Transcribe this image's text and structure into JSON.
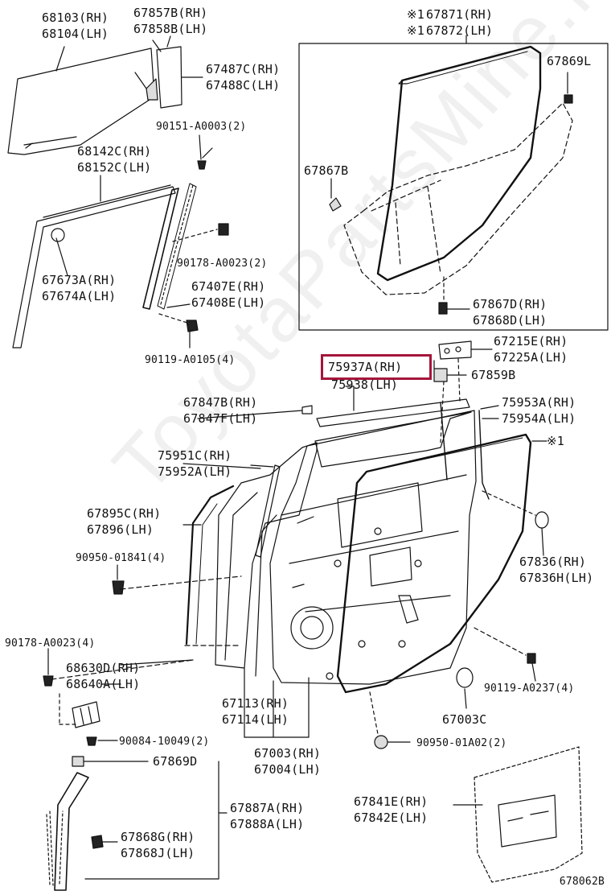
{
  "watermark": "ToyotaPartsMine.ru",
  "diagram_code": "678062B",
  "highlight_color": "#a4163a",
  "labels": {
    "p68103": "68103(RH)",
    "p68104": "68104(LH)",
    "p67857b": "67857B(RH)",
    "p67858b": "67858B(LH)",
    "p67487c": "67487C(RH)",
    "p67488c": "67488C(LH)",
    "p90151": "90151-A0003(2)",
    "p68142c": "68142C(RH)",
    "p68152c": "68152C(LH)",
    "p90178a": "90178-A0023(2)",
    "p67673a": "67673A(RH)",
    "p67674a": "67674A(LH)",
    "p67407e": "67407E(RH)",
    "p67408e": "67408E(LH)",
    "p90119a": "90119-A0105(4)",
    "mark1": "※1",
    "p67871": "67871(RH)",
    "mark2": "※1",
    "p67872": "67872(LH)",
    "p67869l": "67869L",
    "p67867b": "67867B",
    "p67867d": "67867D(RH)",
    "p67868d": "67868D(LH)",
    "p67215e": "67215E(RH)",
    "p67225a": "67225A(LH)",
    "p75937a": "75937A(RH)",
    "p75938": "75938(LH)",
    "p67859b": "67859B",
    "p67847b": "67847B(RH)",
    "p67847f": "67847F(LH)",
    "p75953a": "75953A(RH)",
    "p75954a": "75954A(LH)",
    "mark3": "※1",
    "p75951c": "75951C(RH)",
    "p75952a": "75952A(LH)",
    "p67895c": "67895C(RH)",
    "p67896": "67896(LH)",
    "p90950a": "90950-01841(4)",
    "p67836a": "67836(RH)",
    "p67836h": "67836H(LH)",
    "p90178b": "90178-A0023(4)",
    "p68630d": "68630D(RH)",
    "p68640a": "68640A(LH)",
    "p90119b": "90119-A0237(4)",
    "p67113": "67113(RH)",
    "p67114": "67114(LH)",
    "p67003c": "67003C",
    "p90084": "90084-10049(2)",
    "p90950b": "90950-01A02(2)",
    "p67003": "67003(RH)",
    "p67004": "67004(LH)",
    "p67869d": "67869D",
    "p67841e": "67841E(RH)",
    "p67842e": "67842E(LH)",
    "p67887a": "67887A(RH)",
    "p67888a": "67888A(LH)",
    "p67868g": "67868G(RH)",
    "p67868j": "67868J(LH)"
  }
}
